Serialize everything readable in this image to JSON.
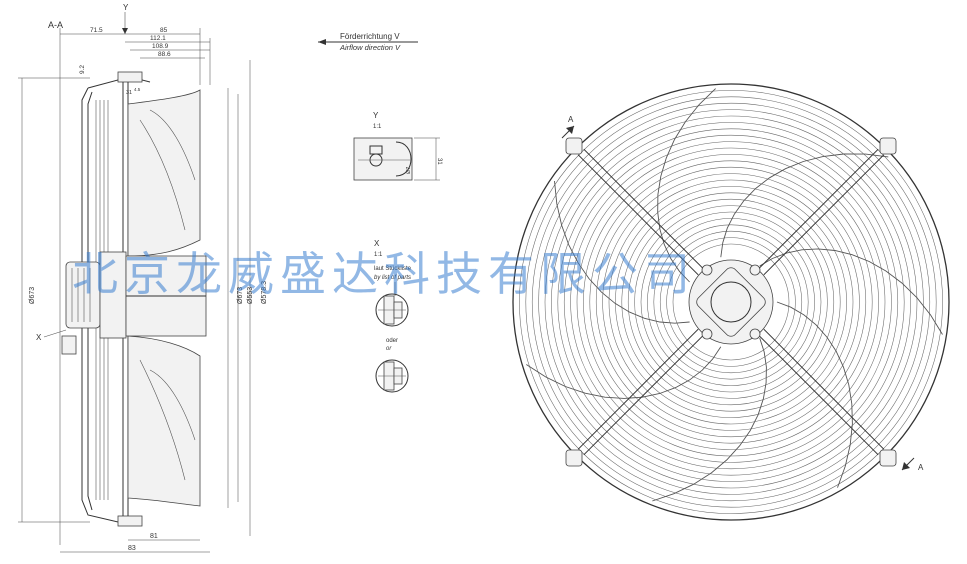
{
  "labels": {
    "section": "A-A",
    "view_y": "Y",
    "view_y_scale": "1:1",
    "view_x": "X",
    "view_x_scale": "1:1",
    "side_x": "X",
    "flow_de": "Förderrichtung V",
    "flow_en": "Airflow direction V",
    "parts_de": "laut Stückliste",
    "parts_en": "by list of parts",
    "oder": "oder",
    "or": "or",
    "section_mark_top": "A",
    "section_mark_bottom": "A",
    "top_arrow": "Y"
  },
  "dimensions": {
    "d71_5": "71.5",
    "d85": "85",
    "d112_1": "112.1",
    "d108_9": "108.9",
    "d88_6": "88.6",
    "d9_2": "9.2",
    "d31": "31",
    "d31_small": "31",
    "d4_5": "4.5",
    "dia_outer": "Ø673",
    "dia_a": "Ø673",
    "dia_b": "Ø553",
    "dia_c": "Ø578.3",
    "d81": "81",
    "d83": "83",
    "y_d1": "Ø7",
    "y_d2": "31"
  },
  "watermark": "北京龙威盛达科技有限公司"
}
